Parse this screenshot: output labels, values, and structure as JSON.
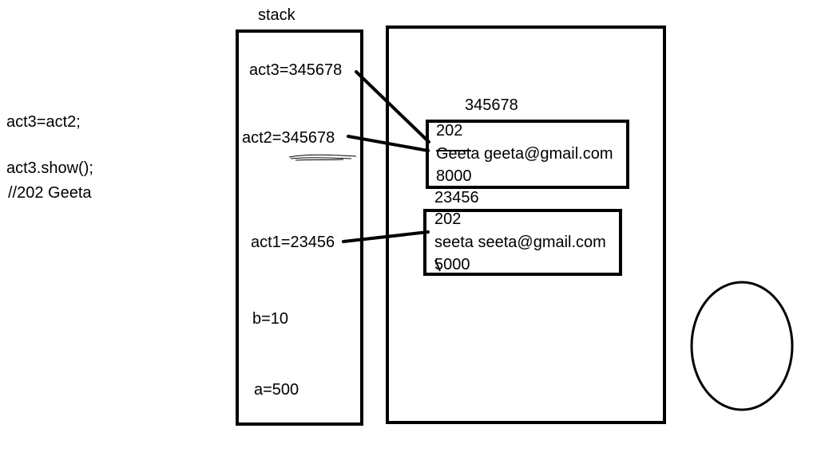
{
  "code": {
    "line1": "act3=act2;",
    "line2": "act3.show();",
    "line3": "//202 Geeta"
  },
  "stack": {
    "label": "stack",
    "vars": {
      "act3": "act3=345678",
      "act2": "act2=345678",
      "act1": "act1=23456",
      "b": "b=10",
      "a": "a=500"
    }
  },
  "heap": {
    "obj1": {
      "address": "345678",
      "id": "202",
      "name_email": "Geeta geeta@gmail.com",
      "balance": "8000"
    },
    "obj2": {
      "address": "23456",
      "id": "202",
      "name_email": "seeta seeta@gmail.com",
      "balance": "5000"
    }
  }
}
